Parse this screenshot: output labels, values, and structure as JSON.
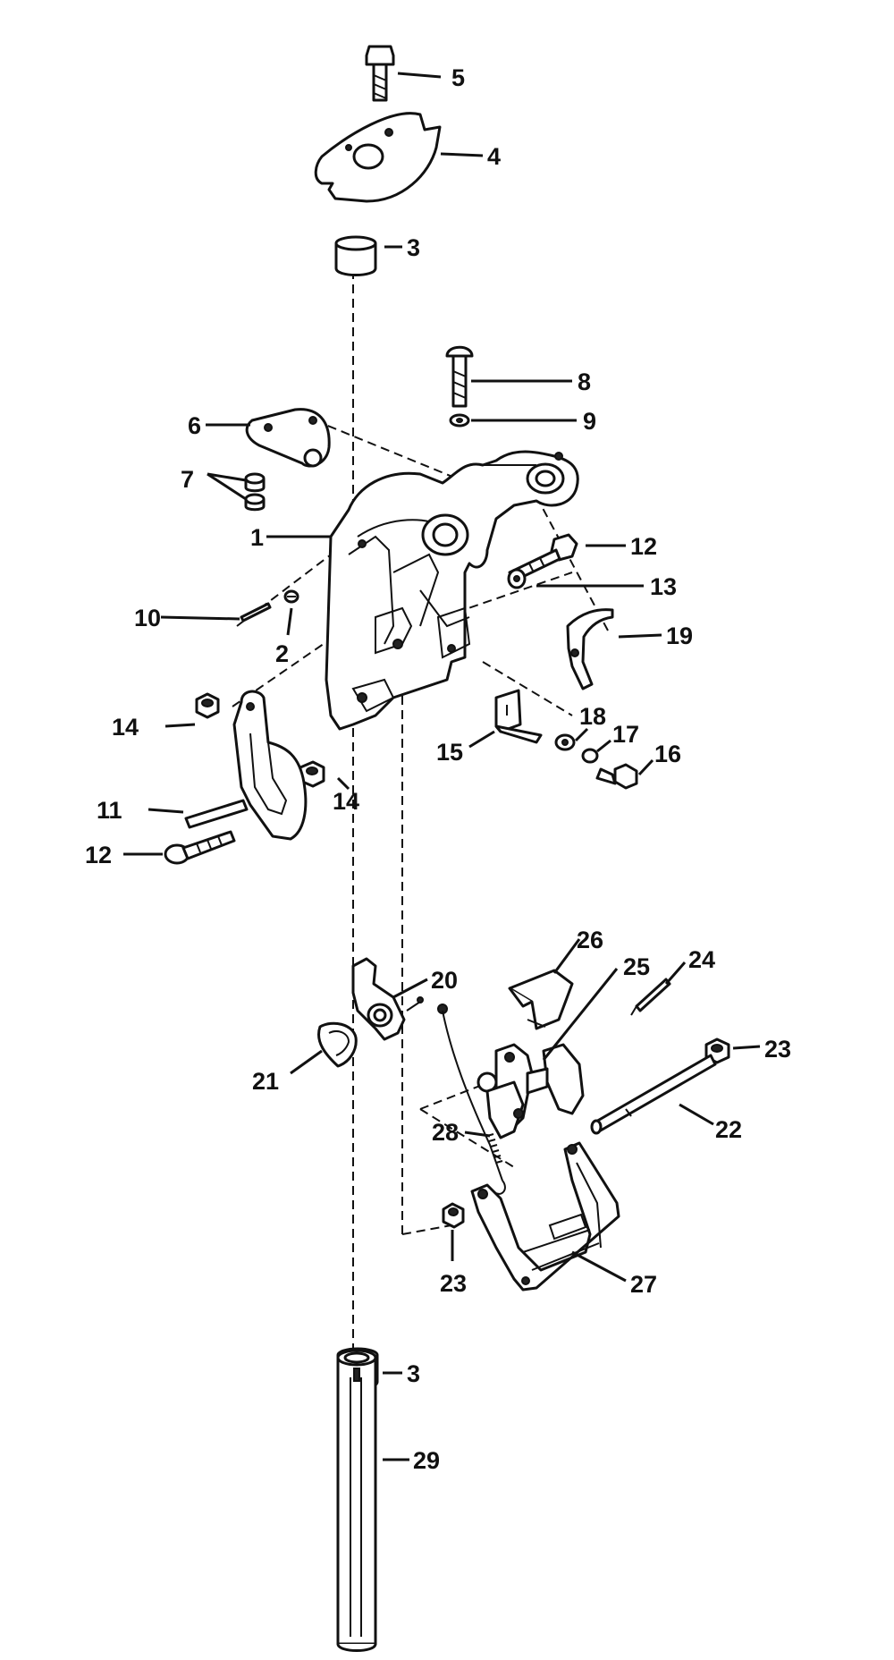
{
  "labels": {
    "l1": "1",
    "l2": "2",
    "l3a": "3",
    "l3b": "3",
    "l4": "4",
    "l5": "5",
    "l6": "6",
    "l7": "7",
    "l8": "8",
    "l9": "9",
    "l10": "10",
    "l11": "11",
    "l12a": "12",
    "l12b": "12",
    "l13": "13",
    "l14a": "14",
    "l14b": "14",
    "l15": "15",
    "l16": "16",
    "l17": "17",
    "l18": "18",
    "l19": "19",
    "l20": "20",
    "l21": "21",
    "l22": "22",
    "l23a": "23",
    "l23b": "23",
    "l24": "24",
    "l25": "25",
    "l26": "26",
    "l27": "27",
    "l28": "28",
    "l29": "29"
  }
}
